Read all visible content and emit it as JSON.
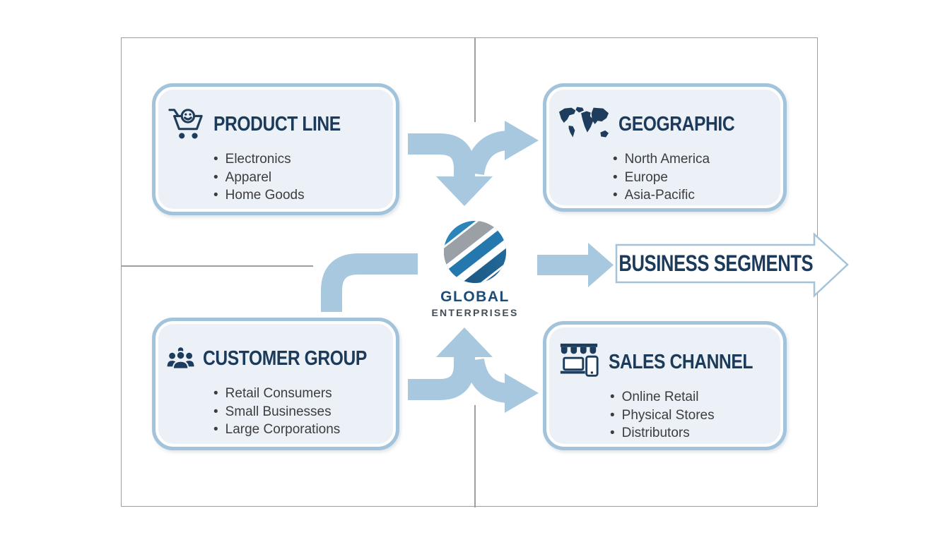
{
  "brand": {
    "line1": "GLOBAL",
    "line2": "ENTERPRISES",
    "logo": "globe-swirl-logo"
  },
  "output_arrow": {
    "label": "BUSINESS SEGMENTS"
  },
  "segments": [
    {
      "title": "PRODUCT LINE",
      "icon": "shopping-cart-icon",
      "items": [
        "Electronics",
        "Apparel",
        "Home Goods"
      ]
    },
    {
      "title": "GEOGRAPHIC",
      "icon": "world-map-icon",
      "items": [
        "North America",
        "Europe",
        "Asia-Pacific"
      ]
    },
    {
      "title": "CUSTOMER GROUP",
      "icon": "people-group-icon",
      "items": [
        "Retail Consumers",
        "Small Businesses",
        "Large Corporations"
      ]
    },
    {
      "title": "SALES CHANNEL",
      "icon": "storefront-devices-icon",
      "items": [
        "Online Retail",
        "Physical Stores",
        "Distributors"
      ]
    }
  ],
  "colors": {
    "accent_arrow": "#a7c8df",
    "box_border": "#a3c3da",
    "box_fill": "#ecf1f7",
    "title_navy": "#1c3a59",
    "body_text": "#3d3d3d",
    "frame_line": "#9e9e9e",
    "icon_navy": "#1e3c5c",
    "logo_blue": "#2478ae",
    "logo_navy": "#1c527c",
    "logo_gray": "#9aa0a5",
    "brand_blue": "#1c4c77",
    "brand_gray": "#424d57"
  }
}
